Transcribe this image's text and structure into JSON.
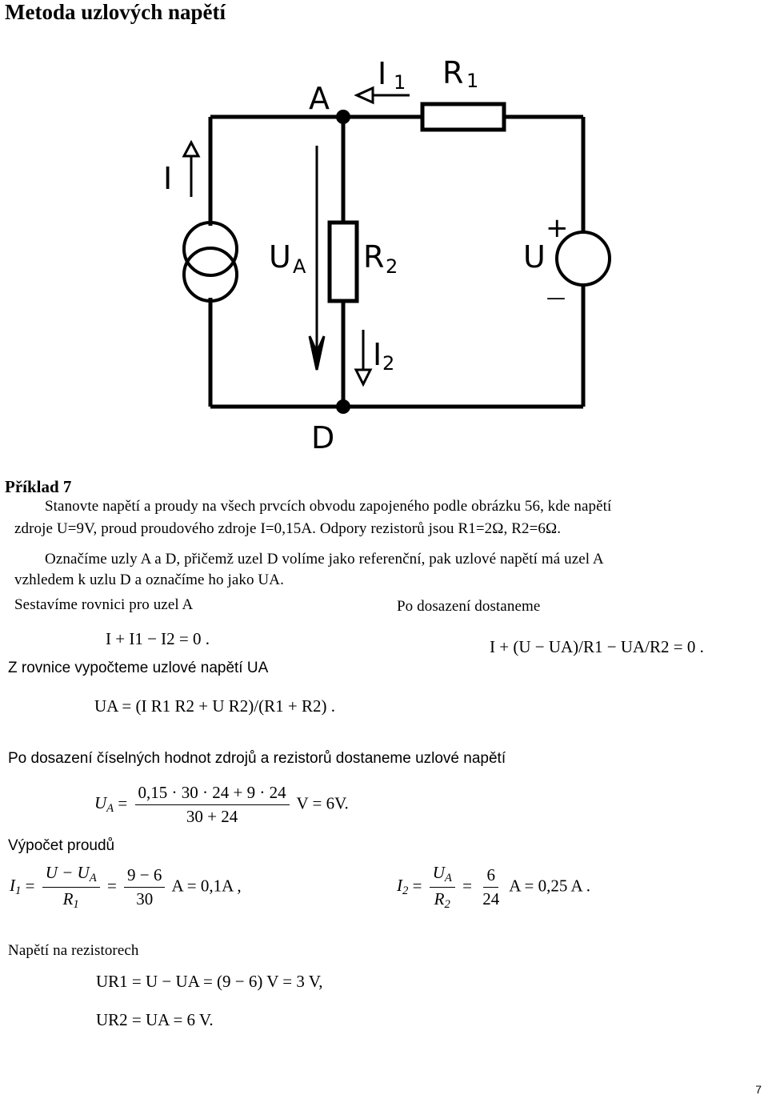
{
  "page": {
    "title": "Metoda uzlových napětí",
    "heading": "Příklad 7",
    "page_number": "7"
  },
  "circuit": {
    "node_a": "A",
    "node_d": "D",
    "i1_label": "I",
    "i1_sub": "1",
    "r1_label": "R",
    "r1_sub": "1",
    "i_label": "I",
    "ua_label": "U",
    "ua_sub": "A",
    "r2_label": "R",
    "r2_sub": "2",
    "i2_label": "I",
    "i2_sub": "2",
    "u_label": "U",
    "plus": "+",
    "minus": "—"
  },
  "text": {
    "p1_a": "Stanovte napětí a proudy na všech prvcích obvodu zapojeného podle obrázku 56, kde napětí",
    "p1_b": "zdroje U=9V, proud proudového zdroje I=0,15A. Odpory rezistorů jsou R1=2Ω, R2=6Ω.",
    "p2_a": "Označíme uzly A a D, přičemž uzel D volíme jako referenční, pak uzlové napětí má uzel A",
    "p2_b": "vzhledem k uzlu D a označíme ho jako UA.",
    "setup": "Sestavíme rovnici pro uzel A",
    "substitution": "Po dosazení dostaneme",
    "compute_ua": "Z rovnice vypočteme uzlové napětí UA",
    "numeric": "Po dosazení číselných hodnot zdrojů a rezistorů dostaneme uzlové napětí",
    "currents": "Výpočet proudů",
    "voltages": "Napětí na rezistorech"
  },
  "equations": {
    "kcl": "I + I1 − I2 = 0 .",
    "kcl_sub": "I + (U − UA)/R1 − UA/R2 = 0 .",
    "ua_formula": "UA = (I R1 R2 + U R2)/(R1 + R2) .",
    "ua_num_top": "0,15 · 30 · 24 + 9 · 24",
    "ua_num_bottom": "30 + 24",
    "ua_result": "V = 6V.",
    "i1_result": "A = 0,1A ,",
    "i1_num_top": "9 − 6",
    "i1_num_bottom": "30",
    "i2_num_top": "6",
    "i2_num_bottom": "24",
    "i2_result": "A = 0,25 A .",
    "ur1": "UR1 = U − UA = (9 − 6) V = 3 V,",
    "ur2": "UR2 = UA = 6 V."
  }
}
